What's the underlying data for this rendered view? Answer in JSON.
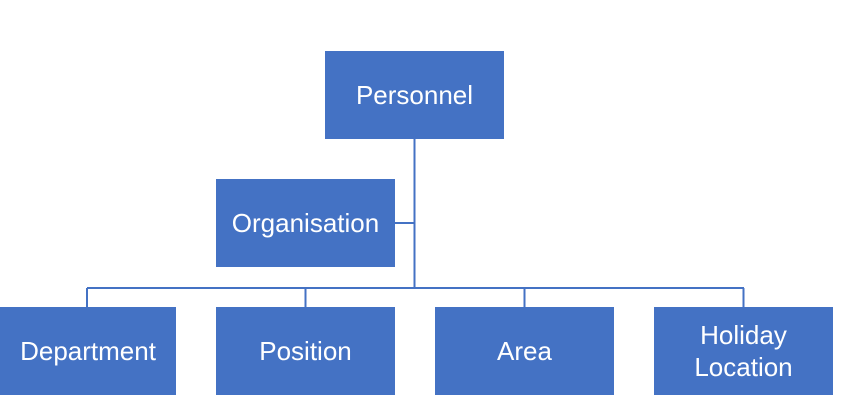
{
  "diagram": {
    "root": {
      "label": "Personnel"
    },
    "assistant": {
      "label": "Organisation"
    },
    "children": [
      {
        "label": "Department"
      },
      {
        "label": "Position"
      },
      {
        "label": "Area"
      },
      {
        "label": "Holiday Location"
      }
    ]
  },
  "colors": {
    "node_fill": "#4472c4",
    "node_text": "#ffffff",
    "connector": "#4472c4"
  }
}
